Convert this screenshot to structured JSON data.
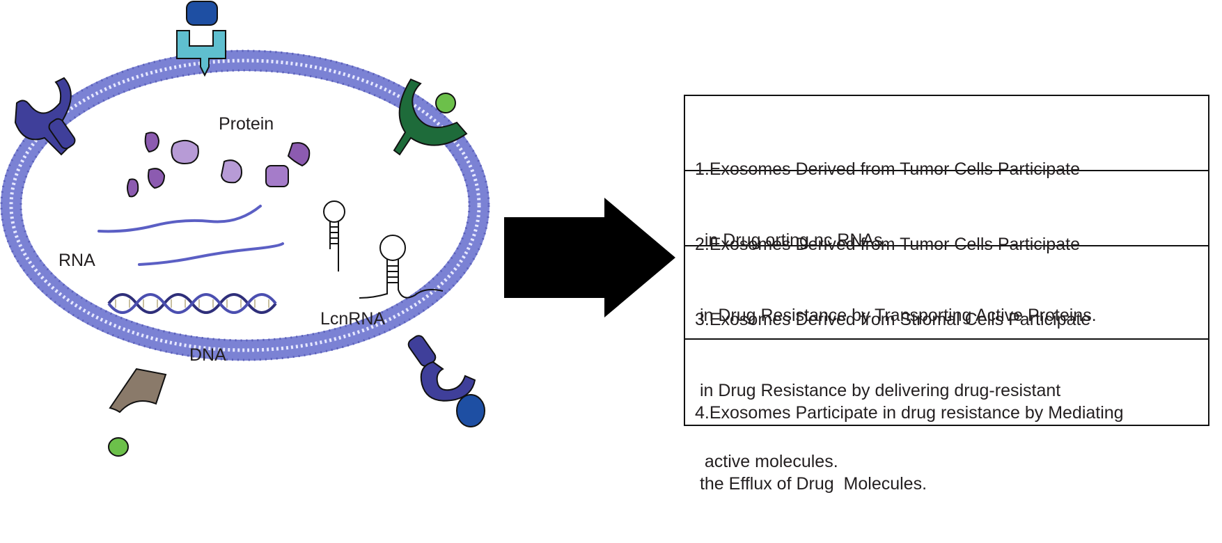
{
  "labels": {
    "protein": "Protein",
    "rna": "RNA",
    "dna": "DNA",
    "lcnrna": "LcnRNA"
  },
  "steps": [
    {
      "line1": "1.Exosomes Derived from Tumor Cells Participate",
      "line2": "  in Drug orting nc RNAs."
    },
    {
      "line1": "2.Exosomes Derived from Tumor Cells Participate",
      "line2": " in Drug Resistance by Transporting Active Proteins."
    },
    {
      "line1": "3.Exosomes Derived from Stromal Cells Participate",
      "line2": " in Drug Resistance by delivering drug-resistant",
      "line3": "  active molecules."
    },
    {
      "line1": "4.Exosomes Participate in drug resistance by Mediating",
      "line2": " the Efflux of Drug  Molecules."
    }
  ],
  "colors": {
    "membrane": "#7b82d4",
    "membrane_dark": "#5a5fb8",
    "receptor_dark_blue": "#3f3f9a",
    "protein_purple": "#8c5bb0",
    "protein_light": "#b79bd6",
    "rna_strand": "#5b5fc4",
    "dna_dark": "#2f2f7a",
    "teal_receptor": "#5fbfcf",
    "ligand_blue": "#1e4fa3",
    "green_receptor": "#1e6b3a",
    "green_ligand": "#6cc04a",
    "channel_brown": "#8a7a6a",
    "arrow": "#000000"
  }
}
